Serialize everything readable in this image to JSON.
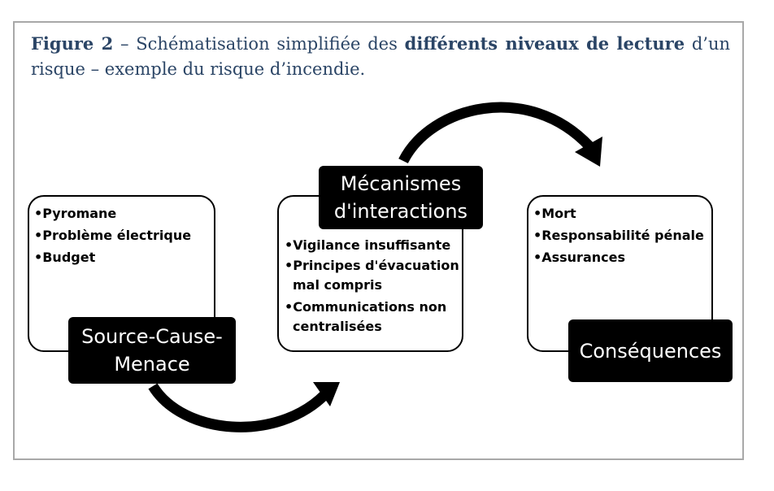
{
  "caption": {
    "figure": "Figure 2",
    "dash": " – ",
    "plain1": "Schématisation simplifiée des ",
    "bold": "différents niveaux de lecture",
    "plain2": " d’un risque – exemple du risque d’incendie."
  },
  "stages": [
    {
      "label_line1": "Source-Cause-",
      "label_line2": "Menace",
      "items": [
        "•Pyromane",
        "•Problème électrique",
        "•Budget"
      ]
    },
    {
      "label_line1": "Mécanismes",
      "label_line2": "d'interactions",
      "items": [
        "•Vigilance insuffisante",
        "•Principes d'évacuation mal compris",
        "•Communications non centralisées"
      ]
    },
    {
      "label_line1": "Conséquences",
      "items": [
        "•Mort",
        "•Responsabilité pénale",
        "•Assurances"
      ]
    }
  ],
  "colors": {
    "caption_text": "#2b4566",
    "frame_border": "#a8a8a8",
    "label_bg": "#000000",
    "arrow": "#000000"
  }
}
